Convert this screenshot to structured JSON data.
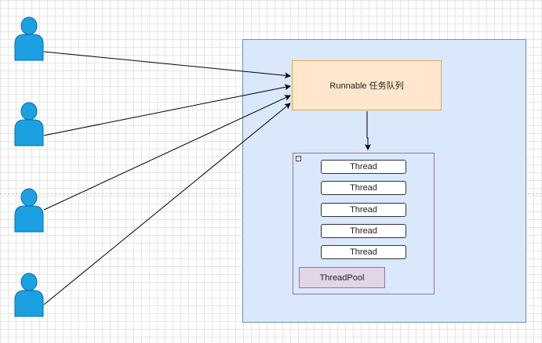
{
  "diagram": {
    "queue_label": "Runnable 任务队列",
    "threads": [
      "Thread",
      "Thread",
      "Thread",
      "Thread",
      "Thread"
    ],
    "pool_label": "ThreadPool",
    "user_count": 4
  },
  "colors": {
    "user_fill": "#1ba1e2",
    "user_stroke": "#006eaf",
    "container_fill": "#dae8fc",
    "queue_fill": "#ffe6cc",
    "group_border": "#9673a6",
    "pool_label_fill": "#e1d5e7",
    "arrow": "#000000"
  },
  "icons": {
    "user": "user-icon",
    "collapse": "collapse-icon"
  }
}
